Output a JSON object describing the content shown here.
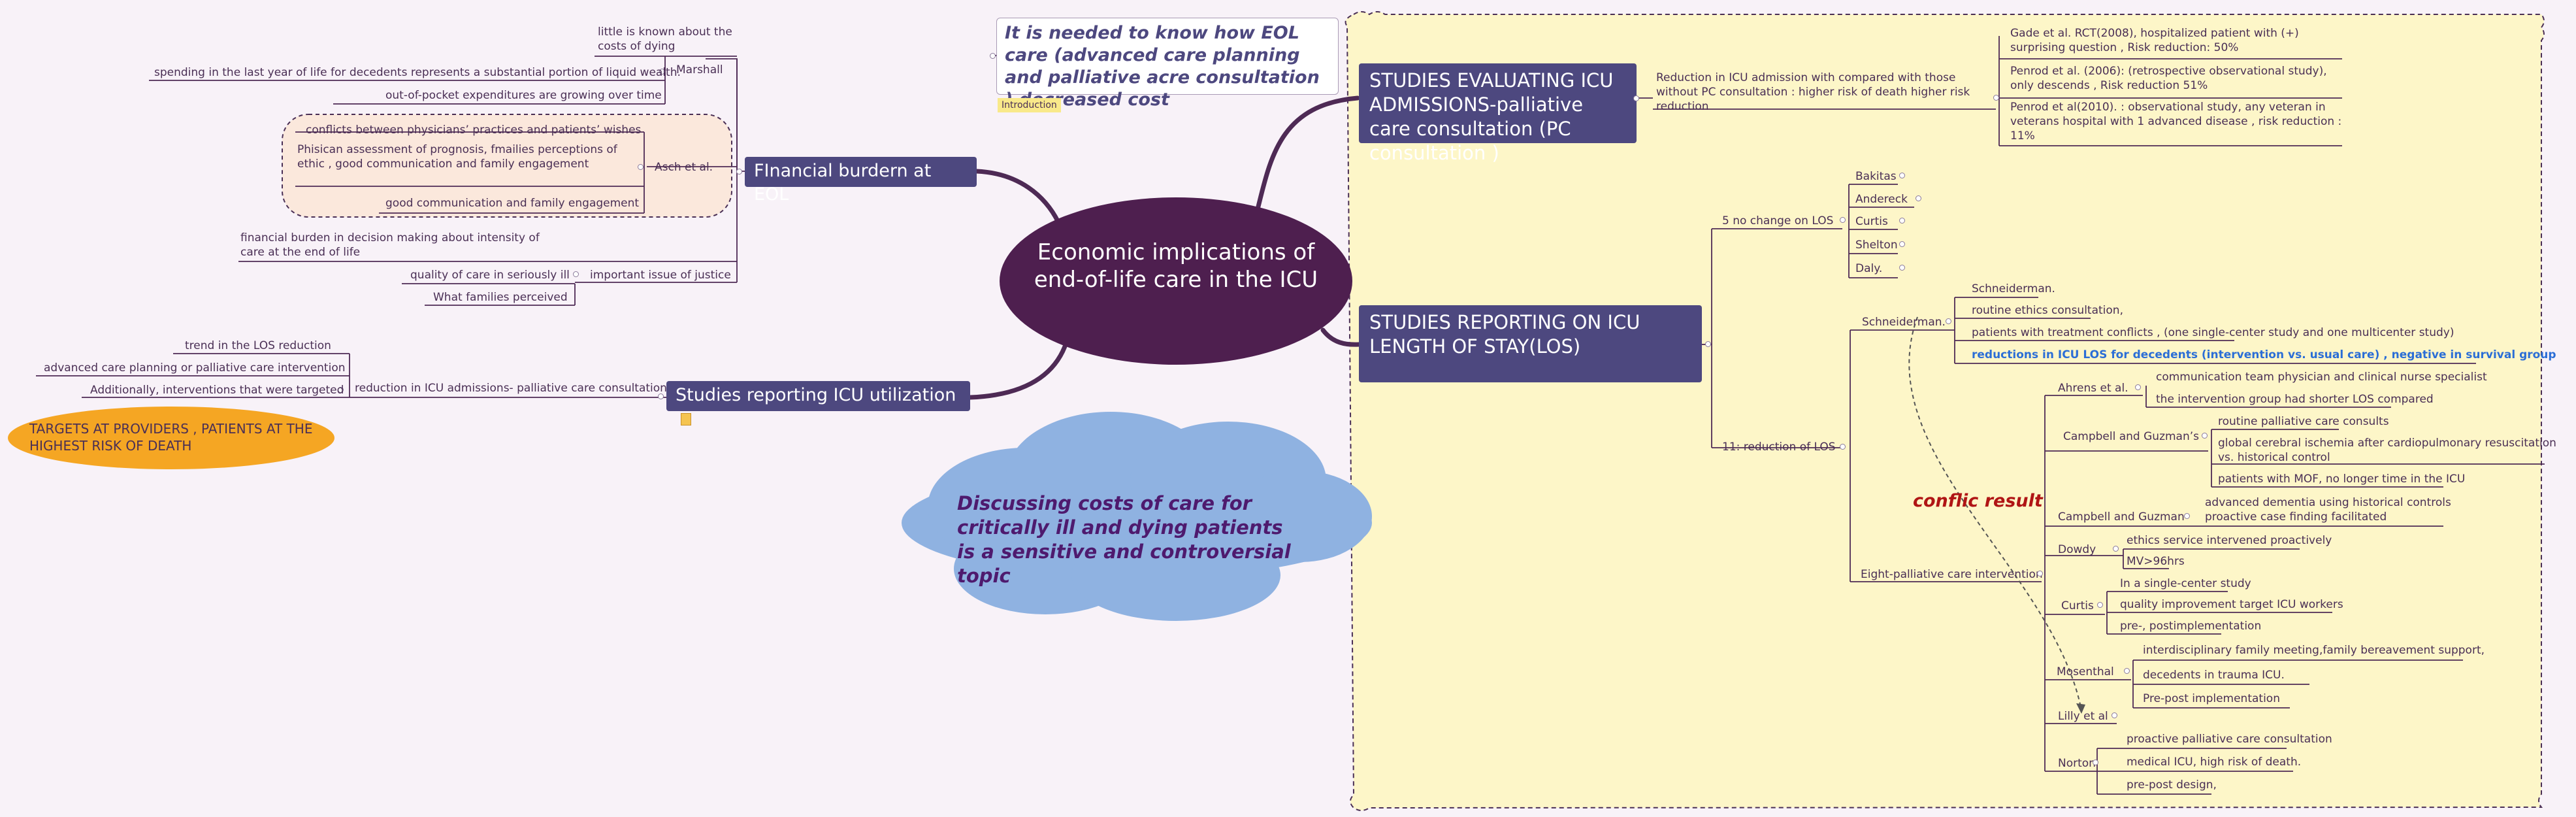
{
  "colors": {
    "central": "#4e1f4f",
    "topic": "#4d487f",
    "boundary": "#fdf6c8",
    "orange": "#f5a623",
    "cloud": "#8fb2e1",
    "conflict": "#b01515",
    "blue": "#2b6ed6",
    "line": "#4e2a55"
  },
  "central": {
    "title": "Economic implications of end-of-life care in the ICU"
  },
  "intro": {
    "text": "It is needed to know how EOL care (advanced care planning and palliative acre consultation ) decreased cost",
    "tag": "Introduction"
  },
  "cloud": {
    "text": "Discussing costs of care for critically ill and dying patients is a sensitive and controversial topic"
  },
  "financial": {
    "title": "FInancial burdern at EOL",
    "marshall": {
      "label": "Marshall",
      "items": [
        "little is known about the costs of dying",
        "spending in the last year of life for decedents represents a substantial portion of liquid wealth.",
        "out-of-pocket expenditures are growing over time"
      ]
    },
    "asch": {
      "label": "Asch et al.",
      "items": [
        "conflicts between physicians’ practices and patients’ wishes",
        "Phisican assessment of prognosis, fmailies perceptions of ethic , good communication and family engagement",
        "good communication and family engagement"
      ]
    },
    "financial_burden": "financial burden in decision making about intensity of care at the end of life",
    "justice": {
      "label": "important issue of justice",
      "items": [
        "quality of care in seriously ill",
        "What families perceived"
      ]
    }
  },
  "utilization": {
    "title": "Studies reporting ICU utilization",
    "reduction": {
      "label": "reduction in ICU admissions- palliative care consultation",
      "items": [
        "trend in the LOS reduction",
        "advanced care planning or palliative care intervention",
        "Additionally, interventions that were targeted"
      ]
    },
    "targets": "TARGETS AT PROVIDERS , PATIENTS AT THE HIGHEST RISK OF DEATH"
  },
  "admissions": {
    "title": "STUDIES EVALUATING ICU ADMISSIONS-palliative care consultation (PC consultation )",
    "reduction": "Reduction in ICU admission with compared with those without PC consultation : higher risk of death higher risk reduction",
    "items": [
      "Gade et al. RCT(2008), hospitalized patient with (+) surprising question , Risk reduction: 50%",
      "Penrod et al. (2006): (retrospective observational study), only descends , Risk reduction 51%",
      "Penrod et al(2010). : observational study, any veteran in veterans hospital with 1 advanced disease , risk reduction : 11%"
    ]
  },
  "los": {
    "title": "STUDIES REPORTING ON ICU LENGTH OF STAY(LOS)",
    "no_change": {
      "label": "5 no change on LOS",
      "items": [
        "Bakitas",
        "Andereck",
        "Curtis",
        "Shelton",
        "Daly."
      ]
    },
    "reduction": {
      "label": "11: reduction of LOS",
      "schneiderman": {
        "label": "Schneiderman.",
        "items": [
          "Schneiderman.",
          "routine ethics consultation,",
          "patients with treatment conflicts , (one single-center study and one multicenter study)",
          "reductions in ICU LOS for decedents (intervention vs. usual care) , negative in survival group"
        ]
      }
    },
    "eight": {
      "label": "Eight-palliative care intervention",
      "ahrens": {
        "label": "Ahrens et al.",
        "items": [
          "communication team physician and clinical nurse specialist",
          "the intervention group had shorter LOS compared"
        ]
      },
      "campbell1": {
        "label": "Campbell and Guzman’s",
        "items": [
          "routine palliative care consults",
          "global cerebral ischemia after cardiopulmonary resuscitation vs. historical control",
          "patients with MOF, no longer time in the ICU"
        ]
      },
      "campbell2": {
        "label": "Campbell and Guzman",
        "items": [
          "advanced dementia using historical controls proactive case finding facilitated"
        ]
      },
      "dowdy": {
        "label": "Dowdy",
        "items": [
          "ethics service intervened proactively",
          "MV>96hrs"
        ]
      },
      "curtis": {
        "label": "Curtis",
        "items": [
          "In a single-center study",
          "quality improvement target ICU workers",
          "pre-, postimplementation"
        ]
      },
      "mosenthal": {
        "label": "Mosenthal",
        "items": [
          "interdisciplinary family meeting,family bereavement support,",
          "decedents in trauma ICU.",
          "Pre-post implementation"
        ]
      },
      "lilly": {
        "label": "Lilly et al"
      },
      "norton": {
        "label": "Norton",
        "items": [
          "proactive palliative care consultation",
          "medical ICU, high risk of death.",
          "pre-post design,"
        ]
      }
    },
    "conflict": "conflic result"
  }
}
